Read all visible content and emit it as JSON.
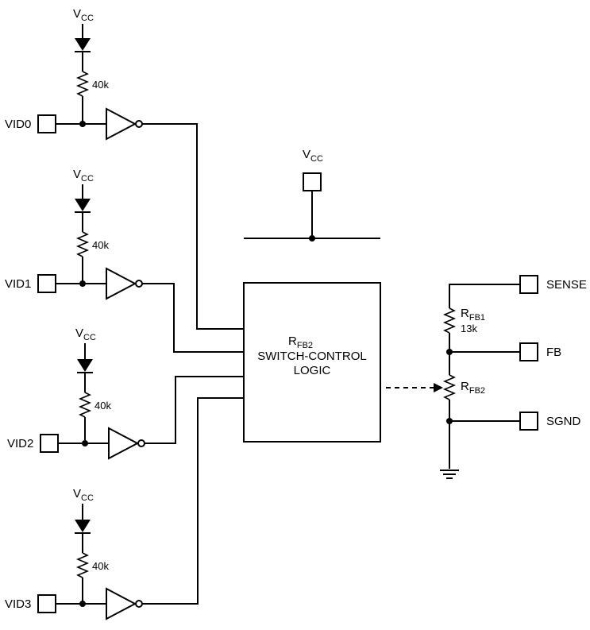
{
  "vcc": {
    "main": "V",
    "sub": "CC"
  },
  "pullup_resistor": "40k",
  "inputs": [
    "VID0",
    "VID1",
    "VID2",
    "VID3"
  ],
  "logic_block": {
    "line1_main": "R",
    "line1_sub": "FB2",
    "line2": "SWITCH-CONTROL",
    "line3": "LOGIC"
  },
  "rfb1": {
    "main": "R",
    "sub": "FB1",
    "value": "13k"
  },
  "rfb2": {
    "main": "R",
    "sub": "FB2"
  },
  "outputs": [
    "SENSE",
    "FB",
    "SGND"
  ]
}
